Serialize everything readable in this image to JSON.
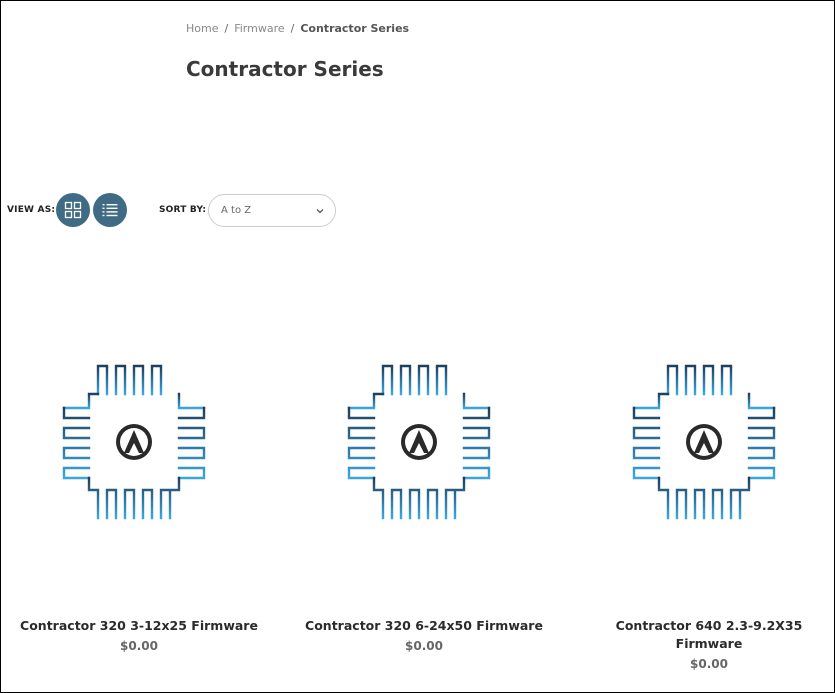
{
  "breadcrumb": {
    "items": [
      {
        "label": "Home"
      },
      {
        "label": "Firmware"
      },
      {
        "label": "Contractor Series"
      }
    ],
    "separator": "/"
  },
  "page": {
    "title": "Contractor Series"
  },
  "toolbar": {
    "view_as_label": "VIEW AS:",
    "view_modes": [
      "grid-icon",
      "list-icon"
    ],
    "sort_label": "SORT BY:",
    "sort_value": "A to Z"
  },
  "products": [
    {
      "name": "Contractor 320 3-12x25 Firmware",
      "price": "$0.00"
    },
    {
      "name": "Contractor 320 6-24x50 Firmware",
      "price": "$0.00"
    },
    {
      "name": "Contractor 640 2.3-9.2X35 Firmware",
      "price": "$0.00"
    }
  ],
  "colors": {
    "accent": "#3f6b84",
    "chip_dark": "#1f3f5c",
    "chip_light": "#3aa6df"
  }
}
